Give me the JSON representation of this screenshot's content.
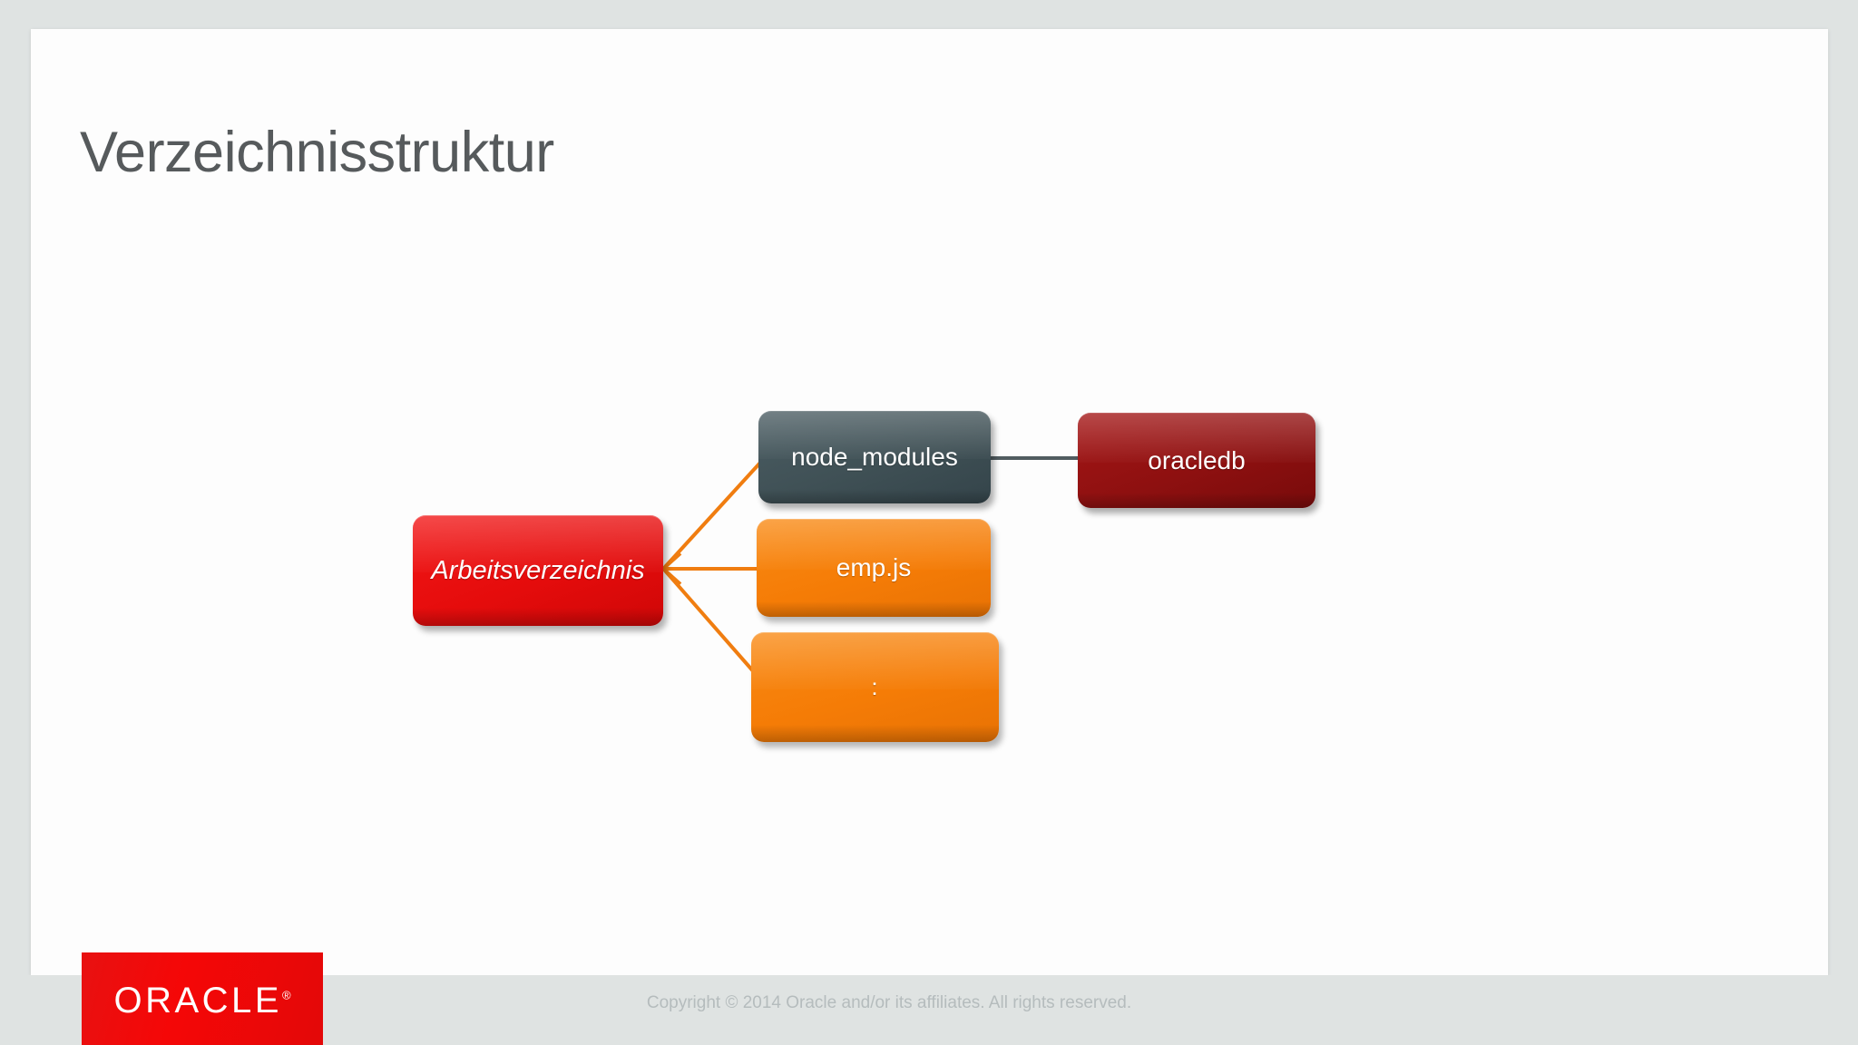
{
  "slide": {
    "title": "Verzeichnisstruktur",
    "background_color": "#fdfdfd",
    "viewer_background_color": "#dfe3e2"
  },
  "diagram": {
    "type": "tree",
    "nodes": [
      {
        "id": "root",
        "label": "Arbeitsverzeichnis",
        "color": "#e50c0c",
        "style": "italic"
      },
      {
        "id": "node_modules",
        "label": "node_modules",
        "color": "#3f5055",
        "style": "normal"
      },
      {
        "id": "emp_js",
        "label": "emp.js",
        "color": "#f57c06",
        "style": "normal"
      },
      {
        "id": "ellipsis",
        "label": ":",
        "color": "#f57c06",
        "style": "normal"
      },
      {
        "id": "oracledb",
        "label": "oracledb",
        "color": "#8e1010",
        "style": "normal"
      }
    ],
    "edges": [
      {
        "from": "root",
        "to": "node_modules",
        "color": "#f07d10"
      },
      {
        "from": "root",
        "to": "emp_js",
        "color": "#f07d10"
      },
      {
        "from": "root",
        "to": "ellipsis",
        "color": "#f07d10"
      },
      {
        "from": "node_modules",
        "to": "oracledb",
        "color": "#515c60"
      }
    ]
  },
  "footer": {
    "copyright": "Copyright © 2014 Oracle and/or its affiliates. All rights reserved.",
    "logo_text": "ORACLE",
    "logo_registered_mark": "®",
    "logo_color": "#f50707"
  }
}
